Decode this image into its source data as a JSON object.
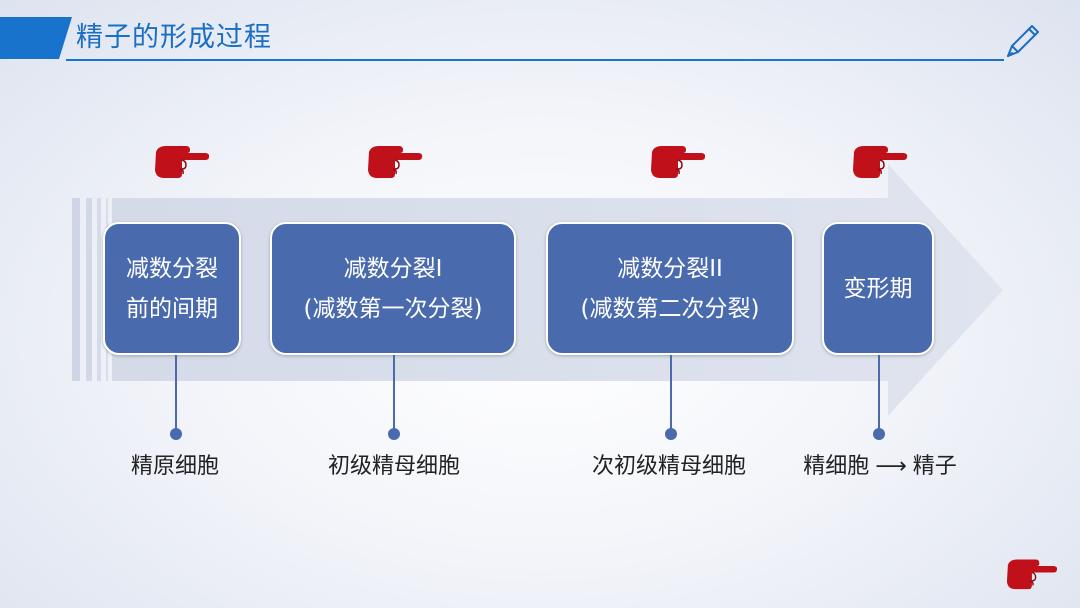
{
  "header": {
    "title": "精子的形成过程",
    "accent_color": "#1773cc",
    "pen_icon": "pen-icon"
  },
  "stages": [
    {
      "line1": "减数分裂",
      "line2": "前的间期"
    },
    {
      "line1": "减数分裂I",
      "line2": "(减数第一次分裂)"
    },
    {
      "line1": "减数分裂II",
      "line2": "(减数第二次分裂)"
    },
    {
      "line1": "变形期",
      "line2": ""
    }
  ],
  "cells": [
    {
      "label": "精原细胞"
    },
    {
      "label": "初级精母细胞"
    },
    {
      "label": "次初级精母细胞"
    },
    {
      "from": "精细胞",
      "arrow": "⟶",
      "to": "精子"
    }
  ],
  "colors": {
    "stage_fill": "#4a6aae",
    "hand_fill": "#c0111a",
    "big_arrow": "#d6dcea"
  },
  "icons": [
    "pointing-hand-icon",
    "pen-icon"
  ]
}
